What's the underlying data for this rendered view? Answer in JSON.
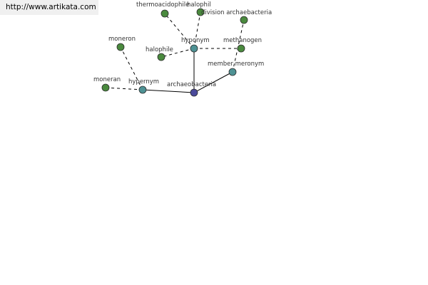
{
  "site": {
    "url": "http://www.artikata.com"
  },
  "colors": {
    "hub": "#4b4a9b",
    "relation": "#4e9294",
    "word": "#4a8a3e",
    "node_stroke": "#2c2c2c",
    "edge": "#000000"
  },
  "graph": {
    "nodes": [
      {
        "id": "archaeobacteria",
        "label": "archaeobacteria",
        "kind": "hub"
      },
      {
        "id": "hypernym",
        "label": "hypernym",
        "kind": "relation"
      },
      {
        "id": "hyponym",
        "label": "hyponym",
        "kind": "relation"
      },
      {
        "id": "member-meronym",
        "label": "member meronym",
        "kind": "relation"
      },
      {
        "id": "moneran",
        "label": "moneran",
        "kind": "word"
      },
      {
        "id": "moneron",
        "label": "moneron",
        "kind": "word"
      },
      {
        "id": "halophile",
        "label": "halophile",
        "kind": "word"
      },
      {
        "id": "thermoacidophile",
        "label": "thermoacidophile",
        "kind": "word"
      },
      {
        "id": "halophil",
        "label": "halophil",
        "kind": "word"
      },
      {
        "id": "methanogen",
        "label": "methanogen",
        "kind": "word"
      },
      {
        "id": "division-archaebacteria",
        "label": "division archaebacteria",
        "kind": "word"
      }
    ],
    "edges": [
      {
        "from": "archaeobacteria",
        "to": "hypernym",
        "style": "solid"
      },
      {
        "from": "archaeobacteria",
        "to": "hyponym",
        "style": "solid"
      },
      {
        "from": "archaeobacteria",
        "to": "member-meronym",
        "style": "solid"
      },
      {
        "from": "hypernym",
        "to": "moneran",
        "style": "dashed"
      },
      {
        "from": "hypernym",
        "to": "moneron",
        "style": "dashed"
      },
      {
        "from": "hyponym",
        "to": "halophile",
        "style": "dashed"
      },
      {
        "from": "hyponym",
        "to": "thermoacidophile",
        "style": "dashed"
      },
      {
        "from": "hyponym",
        "to": "halophil",
        "style": "dashed"
      },
      {
        "from": "hyponym",
        "to": "methanogen",
        "style": "dashed"
      },
      {
        "from": "member-meronym",
        "to": "division-archaebacteria",
        "style": "dashed"
      }
    ]
  }
}
